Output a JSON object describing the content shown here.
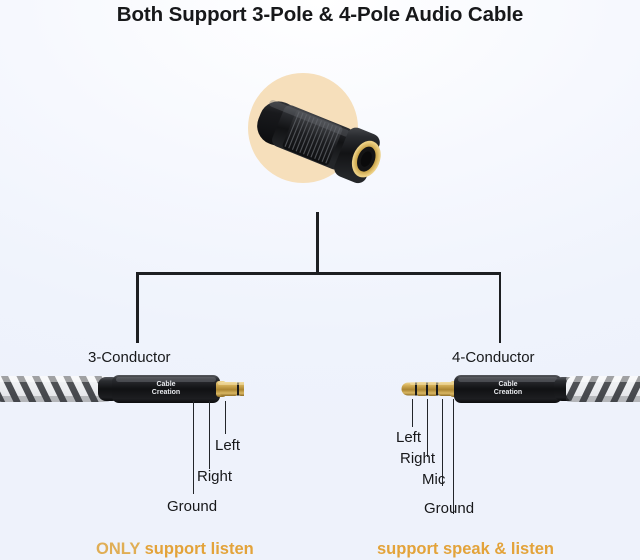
{
  "title": "Both Support 3-Pole & 4-Pole Audio Cable",
  "colors": {
    "background": "#f2f5fd",
    "hero_circle": "#f6dfbb",
    "line": "#1d1f22",
    "caption_text": "#e3a33a",
    "plug_gold": "#d8b05a",
    "plug_body": "#191a1c"
  },
  "hero": {
    "name": "audio-coupler-adapter",
    "description": "3.5mm female-to-female audio coupler"
  },
  "branches": [
    {
      "id": "three-conductor",
      "label": "3-Conductor",
      "brand": {
        "line1": "Cable",
        "line2": "Creation"
      },
      "pins": [
        {
          "name": "Left",
          "label": "Left"
        },
        {
          "name": "Right",
          "label": "Right"
        },
        {
          "name": "Ground",
          "label": "Ground"
        }
      ],
      "caption_strong": "ONLY",
      "caption_rest": " support listen",
      "caption_full": "ONLY support listen"
    },
    {
      "id": "four-conductor",
      "label": "4-Conductor",
      "brand": {
        "line1": "Cable",
        "line2": "Creation"
      },
      "pins": [
        {
          "name": "Left",
          "label": "Left"
        },
        {
          "name": "Right",
          "label": "Right"
        },
        {
          "name": "Mic",
          "label": "Mic"
        },
        {
          "name": "Ground",
          "label": "Ground"
        }
      ],
      "caption_strong": "",
      "caption_rest": "support speak & listen",
      "caption_full": "support speak & listen"
    }
  ]
}
